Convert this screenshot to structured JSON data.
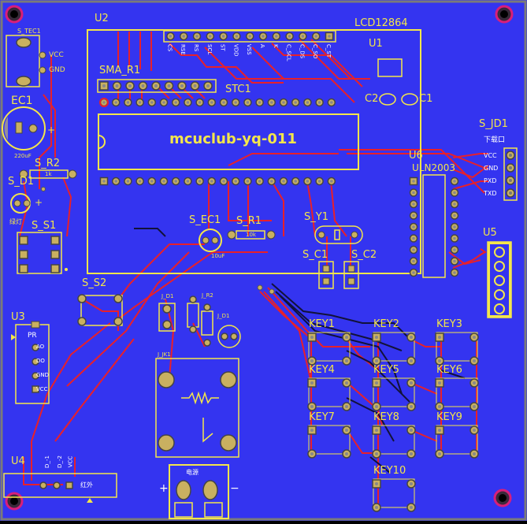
{
  "board": {
    "background": "#3434f0",
    "edge_color": "#7a7a7a",
    "track_red": "#e8202a",
    "track_dark": "#1a1a3a",
    "silk_color": "#f4e64a",
    "pad_color": "#c9b060"
  },
  "designators": {
    "s_tec1": "S_TEC1",
    "vcc": "VCC",
    "gnd": "GND",
    "ec1": "EC1",
    "cap_220": "220uF",
    "s_r2": "S_R2",
    "r2_val": "1k",
    "s_d1": "S_D1",
    "led_label": "绿灯",
    "s_s1": "S_S1",
    "u2": "U2",
    "lcd": "LCD12864",
    "u1": "U1",
    "lcd_pins": [
      "C_ST",
      "C_SO",
      "C_DS",
      "C_SCL",
      "K",
      "A",
      "VSS",
      "VDD",
      "ST",
      "SCL",
      "RS",
      "RSE",
      "CS"
    ],
    "sma_r1": "SMA_R1",
    "stc1": "STC1",
    "c2": "C2",
    "c1": "C1",
    "mcu_name": "mcuclub-yq-011",
    "s_jd1": "S_JD1",
    "download": "下载口",
    "jd_pins": [
      "VCC",
      "GND",
      "PXD",
      "TXD"
    ],
    "u6": "U6",
    "uln": "ULN2003",
    "s_ec1": "S_EC1",
    "ec1_val": "10uF",
    "s_r1": "S_R1",
    "r1_val": "10k",
    "s_y1": "S_Y1",
    "s_c1": "S_C1",
    "s_c2": "S_C2",
    "u5": "U5",
    "s_s2": "S_S2",
    "u3": "U3",
    "pr": "PR",
    "u3_pins": [
      "AO",
      "DO",
      "GND",
      "VCC"
    ],
    "j_d1": "J_D1",
    "j_r2": "J_R2",
    "j_jk1": "J_JK1",
    "u4": "U4",
    "u4_pins": [
      "D_-1",
      "D_-2",
      "VCC"
    ],
    "u4_tag": "红外",
    "power_tag": "电源",
    "plus": "+",
    "minus": "−",
    "keys": [
      "KEY1",
      "KEY2",
      "KEY3",
      "KEY4",
      "KEY5",
      "KEY6",
      "KEY7",
      "KEY8",
      "KEY9",
      "KEY10"
    ]
  }
}
